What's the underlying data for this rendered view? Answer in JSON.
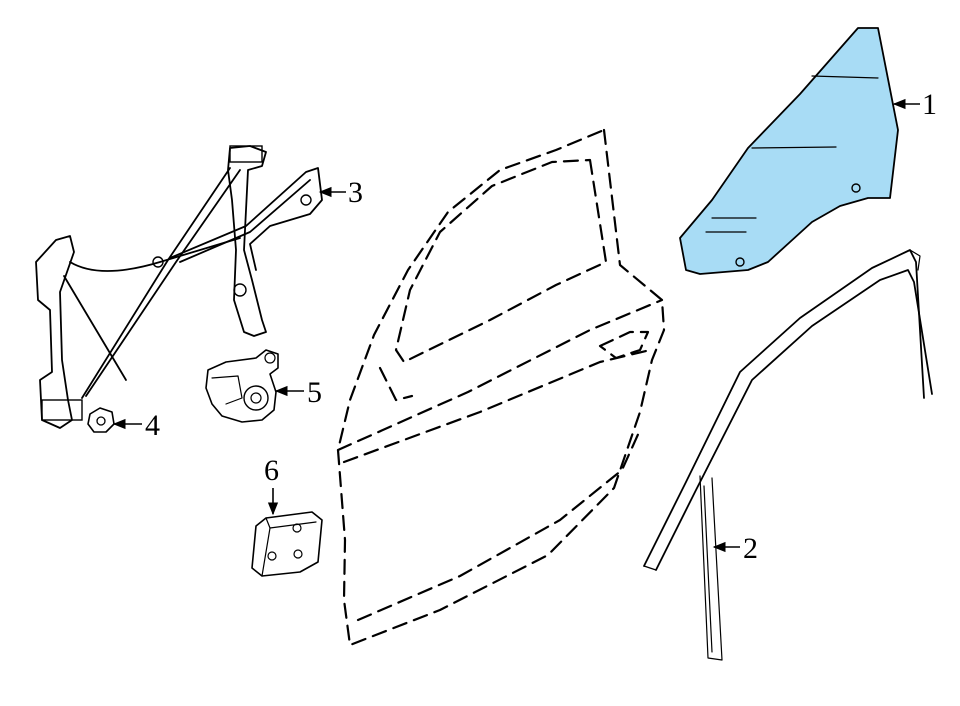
{
  "diagram": {
    "callouts": [
      {
        "id": "1",
        "label": "1"
      },
      {
        "id": "2",
        "label": "2"
      },
      {
        "id": "3",
        "label": "3"
      },
      {
        "id": "4",
        "label": "4"
      },
      {
        "id": "5",
        "label": "5"
      },
      {
        "id": "6",
        "label": "6"
      }
    ],
    "colors": {
      "glass_fill": "#a8dcf5",
      "line": "#000000",
      "background": "#ffffff"
    }
  }
}
